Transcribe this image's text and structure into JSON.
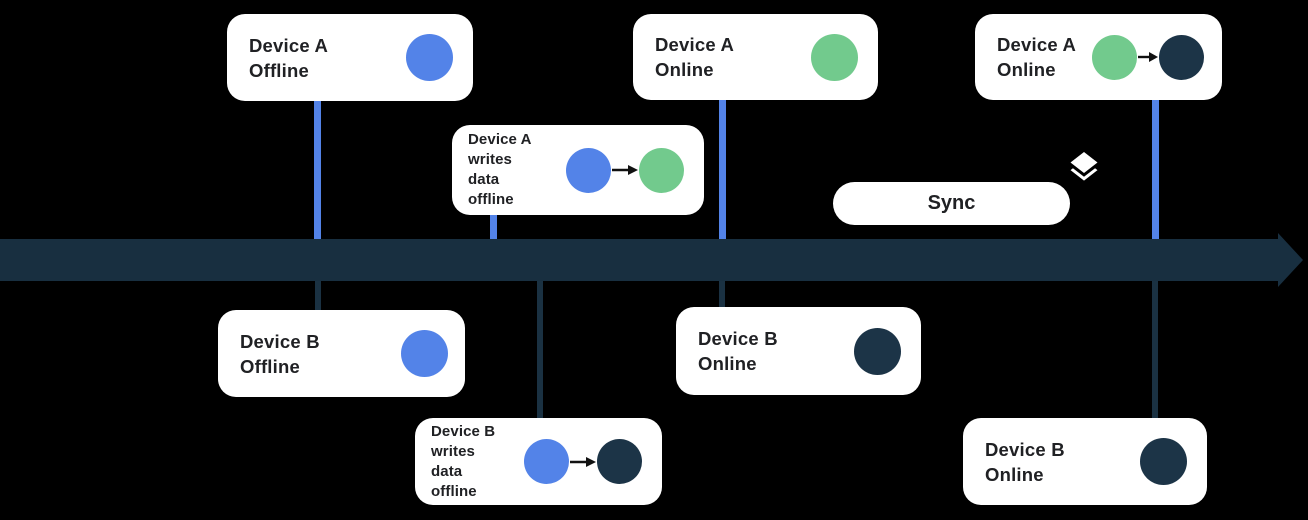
{
  "diagram": {
    "background": "#000000",
    "colors": {
      "offline_blue": "#5383E8",
      "online_green": "#72CA8D",
      "synced_dark": "#1C3447",
      "timeline_bar": "#182F40",
      "card_background": "#FFFFFF",
      "text": "#202124"
    },
    "timeline": {
      "name": "timeline-arrow",
      "direction": "left-to-right"
    },
    "sync_button": {
      "label": "Sync",
      "icon": "layers-icon"
    },
    "cards": [
      {
        "id": "device-a-offline",
        "lines": [
          "Device A",
          "Offline"
        ],
        "dots": [
          "blue-dot"
        ]
      },
      {
        "id": "device-a-writes",
        "lines": [
          "Device A",
          "writes",
          "data",
          "offline"
        ],
        "dots": [
          "blue-dot",
          "arrow",
          "green-dot"
        ]
      },
      {
        "id": "device-a-online-1",
        "lines": [
          "Device A",
          "Online"
        ],
        "dots": [
          "green-dot"
        ]
      },
      {
        "id": "device-a-online-2",
        "lines": [
          "Device A",
          "Online"
        ],
        "dots": [
          "green-dot",
          "arrow",
          "dark-dot"
        ]
      },
      {
        "id": "device-b-offline",
        "lines": [
          "Device B",
          "Offline"
        ],
        "dots": [
          "blue-dot"
        ]
      },
      {
        "id": "device-b-writes",
        "lines": [
          "Device B",
          "writes",
          "data",
          "offline"
        ],
        "dots": [
          "blue-dot",
          "arrow",
          "dark-dot"
        ]
      },
      {
        "id": "device-b-online-1",
        "lines": [
          "Device B",
          "Online"
        ],
        "dots": [
          "dark-dot"
        ]
      },
      {
        "id": "device-b-online-2",
        "lines": [
          "Device B",
          "Online"
        ],
        "dots": [
          "dark-dot"
        ]
      }
    ]
  }
}
